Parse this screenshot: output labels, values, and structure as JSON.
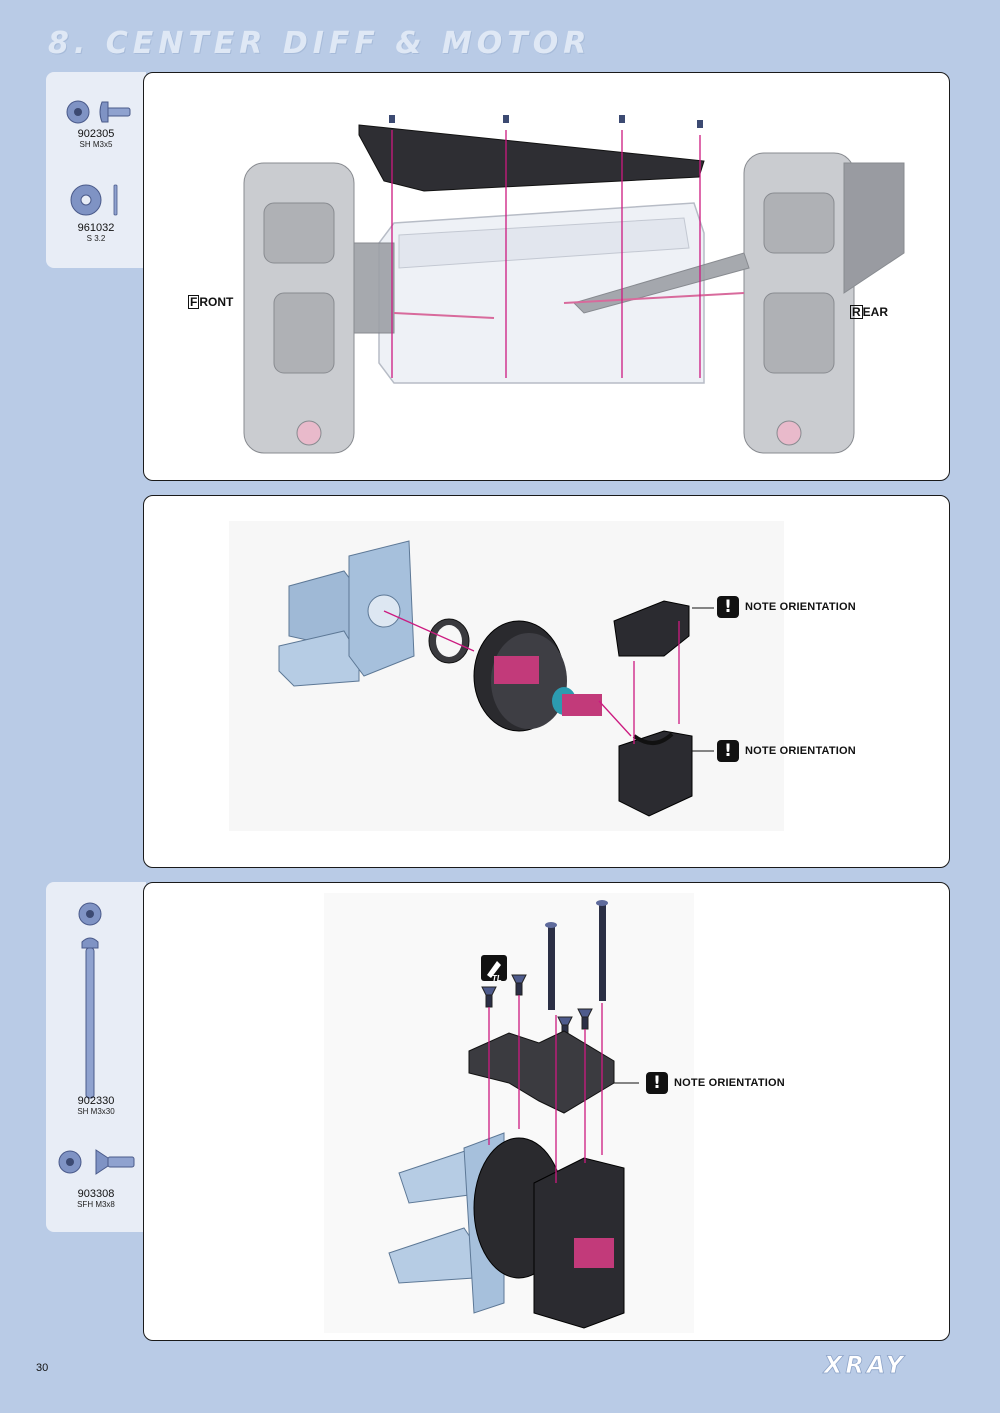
{
  "page": {
    "title": "8. CENTER DIFF & MOTOR",
    "page_number": "30",
    "brand": "XRAY"
  },
  "colors": {
    "background": "#b9cbe6",
    "panel": "#ffffff",
    "accent_arrow": "#cc1a80",
    "part_blue": "#7f93c4"
  },
  "parts_bag_1": {
    "items": [
      {
        "code": "902305",
        "spec": "SH M3x5",
        "icon": "button-head-screw-icon"
      },
      {
        "code": "961032",
        "spec": "S 3.2",
        "icon": "washer-icon"
      }
    ]
  },
  "parts_bag_2": {
    "items": [
      {
        "code": "902330",
        "spec": "SH M3x30",
        "icon": "long-screw-icon"
      },
      {
        "code": "903308",
        "spec": "SFH M3x8",
        "icon": "flat-head-screw-icon"
      }
    ]
  },
  "step1": {
    "front_label": "FRONT",
    "rear_label": "REAR",
    "front_cap": "F",
    "front_rest": "RONT",
    "rear_cap": "R",
    "rear_rest": "EAR"
  },
  "step2": {
    "note_top": "NOTE ORIENTATION",
    "note_bottom": "NOTE ORIENTATION"
  },
  "step3": {
    "note": "NOTE ORIENTATION",
    "threadlock_badge": "TL"
  }
}
